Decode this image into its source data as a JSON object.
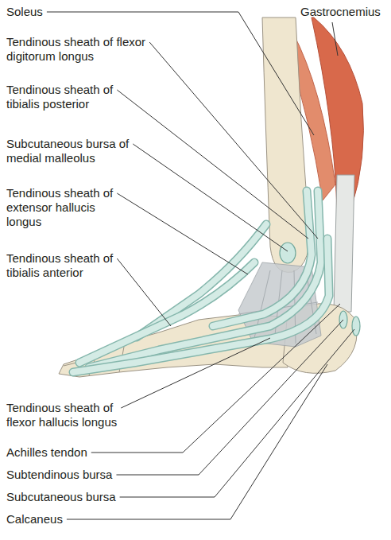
{
  "diagram": {
    "labels": [
      "Soleus",
      "Gastrocnemius",
      "Tendinous sheath of flexor digitorum longus",
      "Tendinous sheath of tibialis posterior",
      "Subcutaneous bursa of medial malleolus",
      "Tendinous sheath of extensor hallucis longus",
      "Tendinous sheath of tibialis anterior",
      "Tendinous sheath of flexor hallucis longus",
      "Achilles tendon",
      "Subtendinous bursa",
      "Subcutaneous bursa",
      "Calcaneus"
    ]
  }
}
